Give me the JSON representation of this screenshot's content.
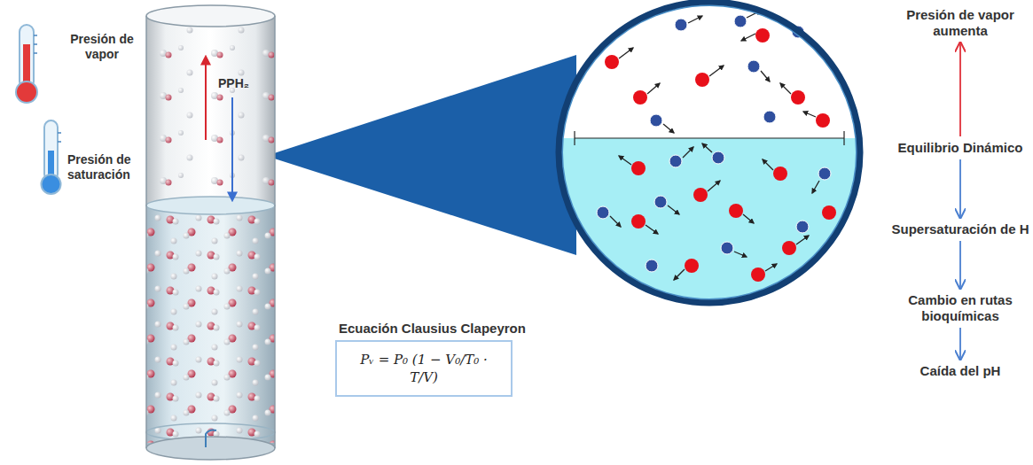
{
  "diagram": {
    "nodes": [
      {
        "text": [
          "Ecuación Clausius Clapeyron",
          "Pᵥ = P₀ (1 − V₀/T₀ · T/V)"
        ]
      },
      {
        "text": [
          "Presión de vapor aumenta"
        ]
      },
      {
        "text": [
          "Equilibrio Dinámico"
        ]
      },
      {
        "text": [
          "Supersaturación de H"
        ]
      },
      {
        "text": [
          "Cambio en rutas bioquímicas"
        ]
      },
      {
        "text": [
          "Caída del pH"
        ]
      }
    ],
    "edges": [
      {
        "from": 2,
        "to": 1,
        "arrow": "to"
      },
      {
        "from": 2,
        "to": 3,
        "arrow": "to"
      },
      {
        "from": 3,
        "to": 4,
        "arrow": "to"
      },
      {
        "from": 4,
        "to": 5,
        "arrow": "to"
      }
    ],
    "labels": [
      "Presión de vapor",
      "Presión de saturación",
      "PPH₂"
    ]
  }
}
